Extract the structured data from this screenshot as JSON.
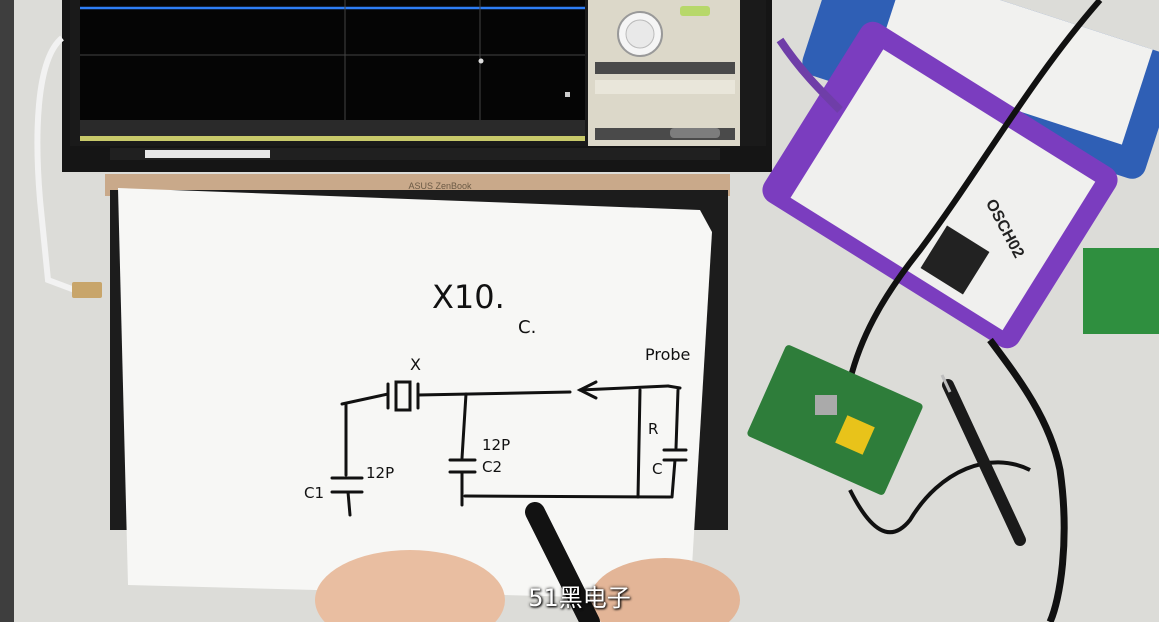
{
  "laptop": {
    "brand_label": "ASUS ZenBook"
  },
  "whiteboard": {
    "heading": "X10.",
    "sub_note": "C.",
    "probe_label": "Probe",
    "capacitor_labels": [
      "C1",
      "12P",
      "12P",
      "C2",
      "C"
    ],
    "resistor_label": "R",
    "crystal_label": "X"
  },
  "device_label": "OSCH02",
  "caption": "51黑电子",
  "colors": {
    "desk": "#d9d8d4",
    "paper": "#f7f7f5",
    "scope_screen": "#0b0b0b",
    "trace": "#2d7df5",
    "device_purple": "#7b3dbf",
    "device_blue": "#2f5fb5",
    "pcb_green": "#2e7d3a"
  }
}
